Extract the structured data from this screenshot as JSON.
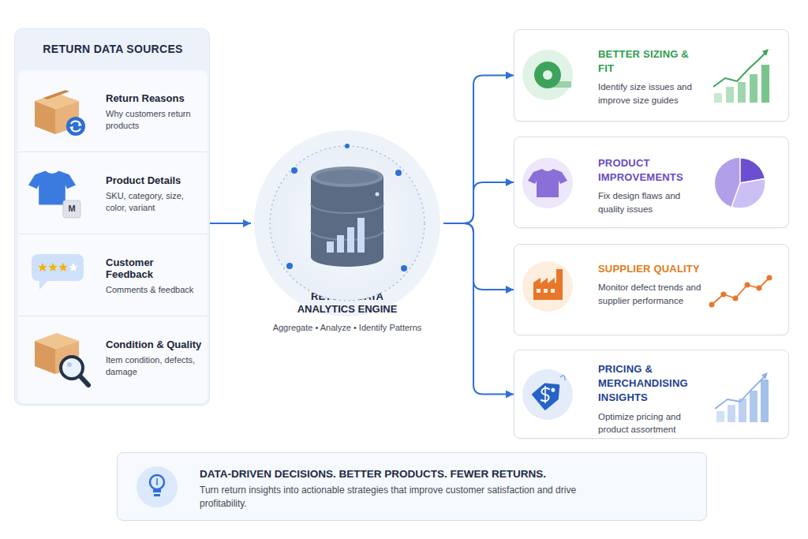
{
  "diagram": {
    "nodes": [
      {
        "text": [
          "RETURN DATA SOURCES"
        ]
      },
      {
        "text": [
          "Return Reasons",
          "Why customers return products"
        ],
        "in": 0
      },
      {
        "text": [
          "Product Details",
          "SKU, category, size, color, variant"
        ],
        "in": 0
      },
      {
        "text": [
          "Customer Feedback",
          "Comments & feedback"
        ],
        "in": 0
      },
      {
        "text": [
          "Condition & Quality",
          "Item condition, defects, damage"
        ],
        "in": 0
      },
      {
        "text": [
          "RETURN DATA ANALYTICS ENGINE",
          "Aggregate • Analyze • Identify Patterns"
        ]
      },
      {
        "text": [
          "BETTER SIZING & FIT",
          "Identify size issues and improve size guides"
        ]
      },
      {
        "text": [
          "PRODUCT IMPROVEMENTS",
          "Fix design flaws and quality issues"
        ]
      },
      {
        "text": [
          "SUPPLIER QUALITY",
          "Monitor defect trends and supplier performance"
        ]
      },
      {
        "text": [
          "PRICING & MERCHANDISING INSIGHTS",
          "Optimize pricing and product assortment"
        ]
      },
      {
        "text": [
          "DATA-DRIVEN DECISIONS. BETTER PRODUCTS. FEWER RETURNS.",
          "Turn return insights into actionable strategies that improve customer satisfaction and drive profitability."
        ]
      }
    ],
    "edges": [
      {
        "from": 0,
        "to": 5,
        "arrow": "to"
      },
      {
        "from": 5,
        "to": 6,
        "arrow": "to"
      },
      {
        "from": 5,
        "to": 7,
        "arrow": "to"
      },
      {
        "from": 5,
        "to": 8,
        "arrow": "to"
      },
      {
        "from": 5,
        "to": 9,
        "arrow": "to"
      }
    ],
    "labels": [
      "M"
    ]
  }
}
